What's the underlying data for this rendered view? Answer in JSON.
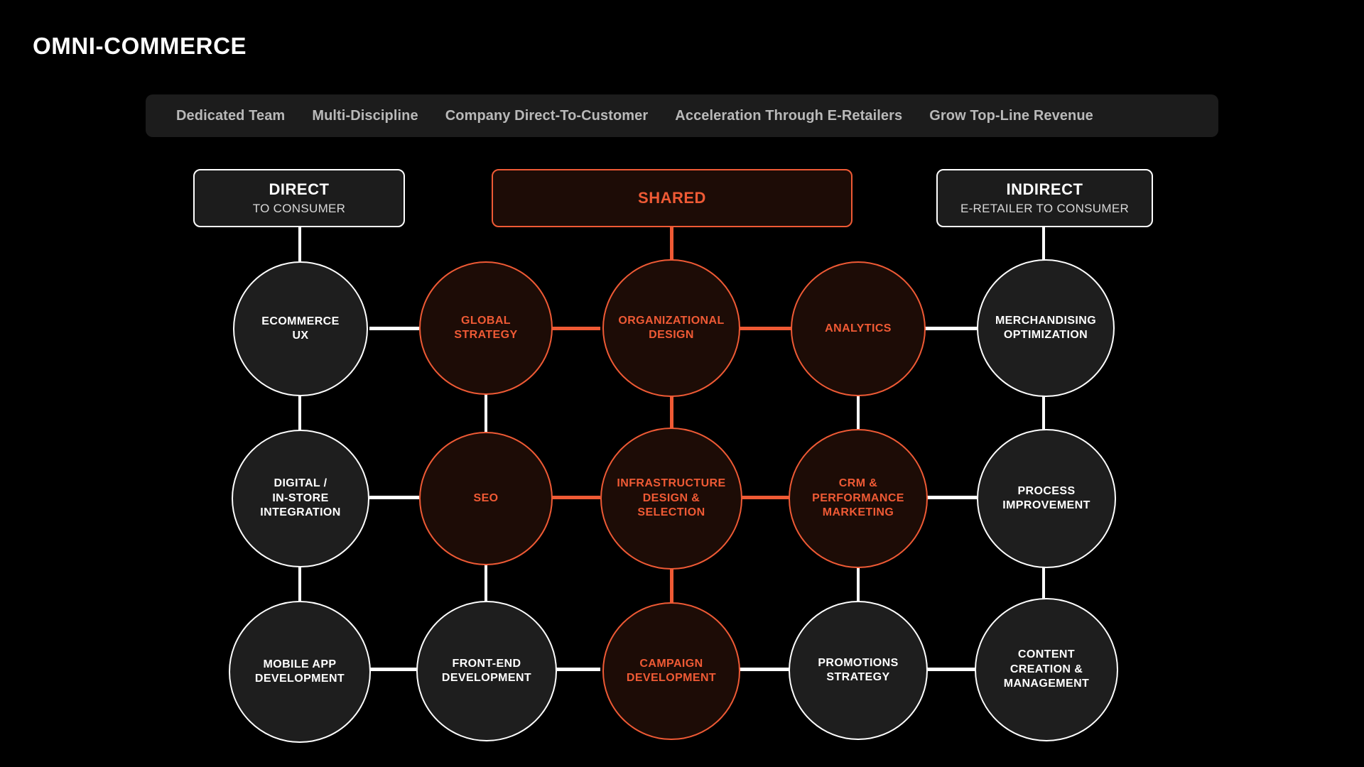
{
  "page": {
    "title": "OMNI-COMMERCE",
    "background": "#000000",
    "accent_color": "#ef5a35",
    "neutral_color": "#ffffff"
  },
  "nav": {
    "items": [
      {
        "label": "Dedicated Team"
      },
      {
        "label": "Multi-Discipline"
      },
      {
        "label": "Company Direct-To-Customer"
      },
      {
        "label": "Acceleration Through E-Retailers"
      },
      {
        "label": "Grow Top-Line Revenue"
      }
    ]
  },
  "headers": [
    {
      "id": "direct",
      "title": "DIRECT",
      "subtitle": "TO CONSUMER",
      "variant": "neutral"
    },
    {
      "id": "shared",
      "title": "SHARED",
      "subtitle": "",
      "variant": "orange"
    },
    {
      "id": "indirect",
      "title": "INDIRECT",
      "subtitle": "E-RETAILER TO CONSUMER",
      "variant": "neutral"
    }
  ],
  "nodes": {
    "r1c1": {
      "label": "ECOMMERCE\nUX",
      "variant": "neutral"
    },
    "r1c2": {
      "label": "GLOBAL\nSTRATEGY",
      "variant": "orange"
    },
    "r1c3": {
      "label": "ORGANIZATIONAL\nDESIGN",
      "variant": "orange"
    },
    "r1c4": {
      "label": "ANALYTICS",
      "variant": "orange"
    },
    "r1c5": {
      "label": "MERCHANDISING\nOPTIMIZATION",
      "variant": "neutral"
    },
    "r2c1": {
      "label": "DIGITAL /\nIN-STORE\nINTEGRATION",
      "variant": "neutral"
    },
    "r2c2": {
      "label": "SEO",
      "variant": "orange"
    },
    "r2c3": {
      "label": "INFRASTRUCTURE\nDESIGN &\nSELECTION",
      "variant": "orange"
    },
    "r2c4": {
      "label": "CRM &\nPERFORMANCE\nMARKETING",
      "variant": "orange"
    },
    "r2c5": {
      "label": "PROCESS\nIMPROVEMENT",
      "variant": "neutral"
    },
    "r3c1": {
      "label": "MOBILE APP\nDEVELOPMENT",
      "variant": "neutral"
    },
    "r3c2": {
      "label": "FRONT-END\nDEVELOPMENT",
      "variant": "neutral"
    },
    "r3c3": {
      "label": "CAMPAIGN\nDEVELOPMENT",
      "variant": "orange"
    },
    "r3c4": {
      "label": "PROMOTIONS\nSTRATEGY",
      "variant": "neutral"
    },
    "r3c5": {
      "label": "CONTENT\nCREATION &\nMANAGEMENT",
      "variant": "neutral"
    }
  }
}
